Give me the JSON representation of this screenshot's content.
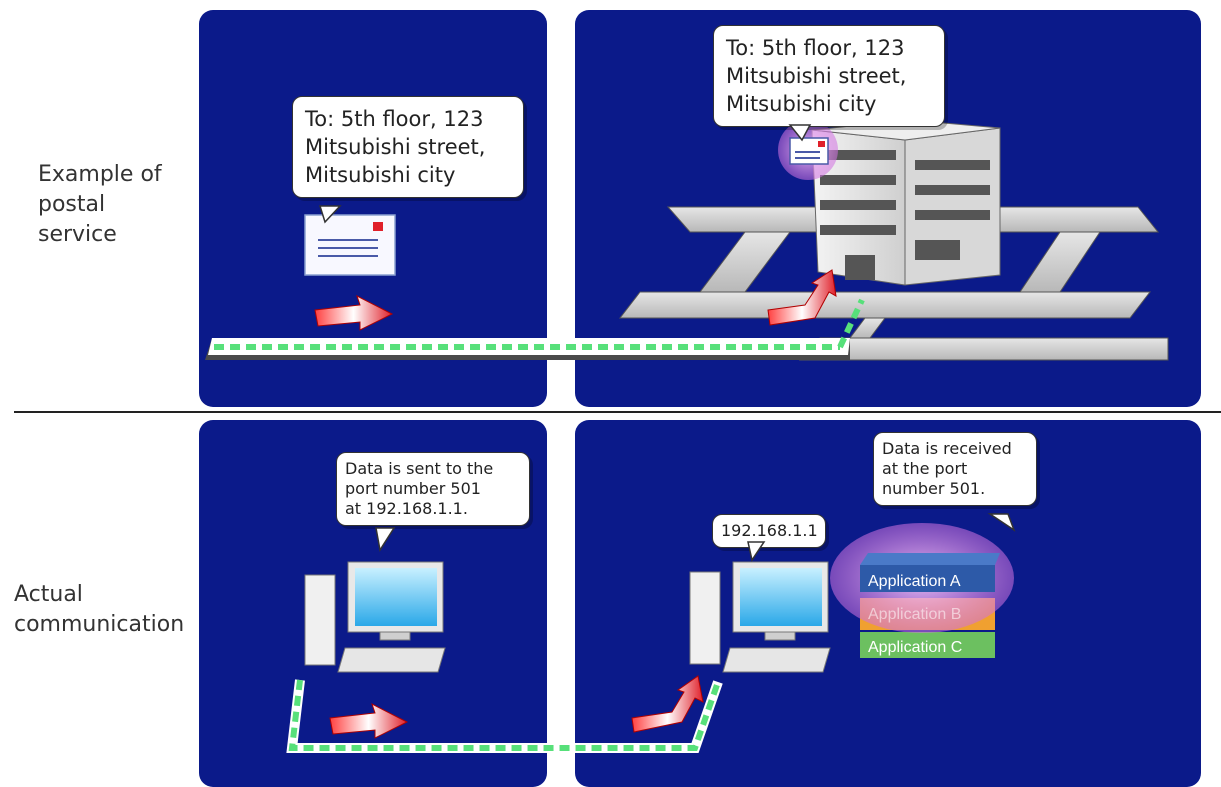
{
  "rows": {
    "postal_label": "Example of\npostal\nservice",
    "actual_label": "Actual\ncommunication"
  },
  "postal": {
    "sender_bubble": "To: 5th floor, 123\nMitsubishi street,\nMitsubishi city",
    "receiver_bubble": "To: 5th floor, 123\nMitsubishi street,\nMitsubishi city"
  },
  "network": {
    "sender_bubble": "Data is sent to the\nport number 501\nat 192.168.1.1.",
    "ip_bubble": "192.168.1.1",
    "receiver_bubble": "Data is received\nat the port\nnumber 501.",
    "apps": [
      "Application A",
      "Application B",
      "Application C"
    ]
  },
  "colors": {
    "panel": "#0b1a8a",
    "road": "#cfcfcf",
    "route_glow": "#57e07a",
    "arrow_red": "#e0202a",
    "app_a": "#2d5aa8",
    "app_b": "#f0a030",
    "app_c": "#6cc060",
    "highlight": "#e8a8f0"
  },
  "icons": [
    "letter-icon",
    "building-icon",
    "computer-icon",
    "arrow-icon"
  ]
}
